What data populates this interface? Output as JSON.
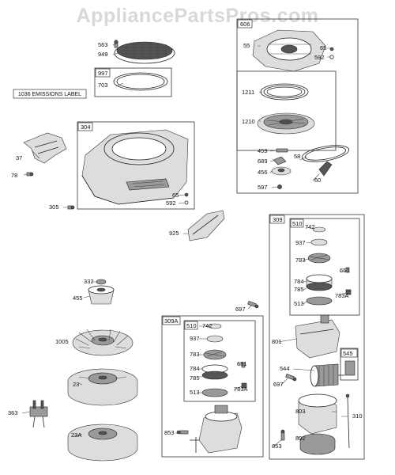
{
  "watermark": "AppliancePartsPros.com",
  "emissions_label": "1036 EMISSIONS LABEL",
  "groups": {
    "g997": "997",
    "g304": "304",
    "g606": "606",
    "g309": "309",
    "g510a": "510",
    "g309A": "309A",
    "g510b": "510",
    "g545": "545"
  },
  "labels": {
    "p563": "563",
    "p949": "949",
    "p703": "703",
    "p37": "37",
    "p78": "78",
    "p305": "305",
    "p65a": "65",
    "p592a": "592",
    "p925": "925",
    "p55": "55",
    "p65b": "65",
    "p592b": "592",
    "p1211": "1211",
    "p1210": "1210",
    "p459": "459",
    "p689": "689",
    "p456": "456",
    "p58": "58",
    "p597": "597",
    "p60": "60",
    "p332": "332",
    "p455": "455",
    "p1005": "1005",
    "p23": "23",
    "p363": "363",
    "p23A": "23A",
    "p697a": "697",
    "p742a": "742",
    "p937a": "937",
    "p783a": "783",
    "p651a": "651",
    "p784a": "784",
    "p785a": "785",
    "p783Aa": "783A",
    "p513a": "513",
    "p801": "801",
    "p544": "544",
    "p697b": "697",
    "p803": "803",
    "p310": "310",
    "p802": "802",
    "p853a": "853",
    "p742b": "742",
    "p937b": "937",
    "p783b": "783",
    "p784b": "784",
    "p651b": "651",
    "p785b": "785",
    "p783Ab": "783A",
    "p513b": "513",
    "p853b": "853"
  }
}
